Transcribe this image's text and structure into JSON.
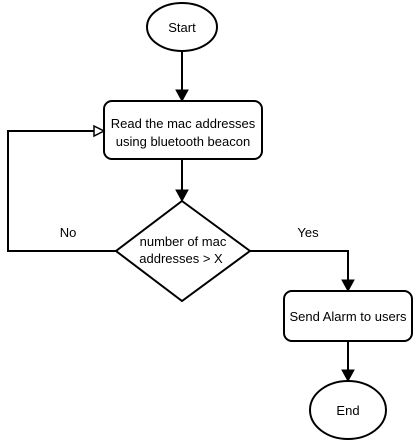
{
  "diagram": {
    "nodes": {
      "start": {
        "label": "Start"
      },
      "read": {
        "line1": "Read the mac addresses",
        "line2": "using bluetooth beacon"
      },
      "decision": {
        "line1": "number of mac",
        "line2": "addresses > X"
      },
      "alarm": {
        "label": "Send Alarm to users"
      },
      "end": {
        "label": "End"
      }
    },
    "edges": {
      "no_label": "No",
      "yes_label": "Yes"
    }
  }
}
